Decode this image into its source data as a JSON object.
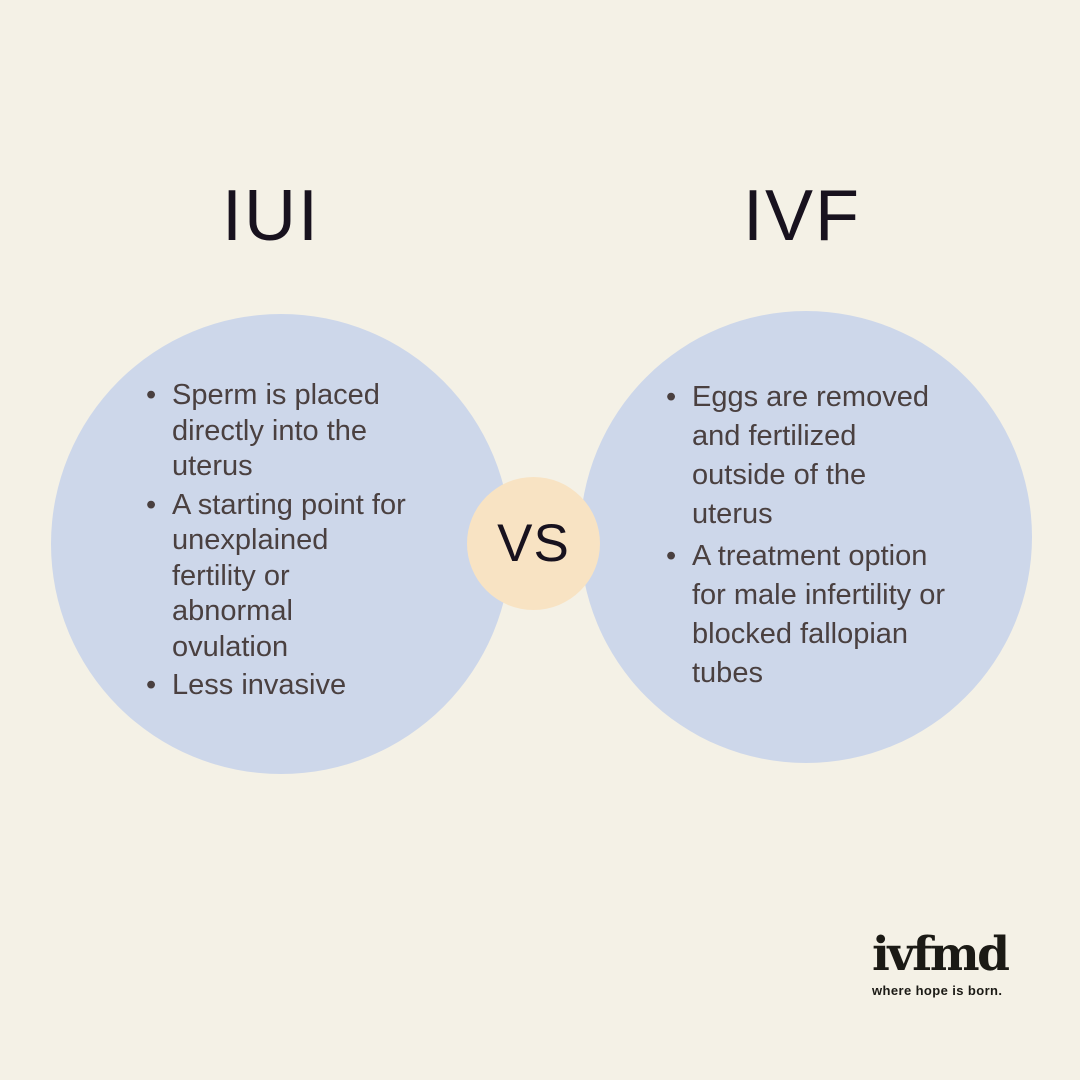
{
  "palette": {
    "background": "#f4f1e6",
    "circle_blue": "#cdd7ea",
    "vs_peach": "#f8e3c3",
    "text_dark": "#4a4040",
    "heading": "#18121e",
    "logo": "#1b1a15"
  },
  "titles": {
    "left": "IUI",
    "right": "IVF"
  },
  "vs": {
    "label": "VS"
  },
  "left_circle": {
    "items": [
      "Sperm is placed\ndirectly into the\nuterus",
      "A starting point for\nunexplained\nfertility or\nabnormal\novulation",
      "Less invasive"
    ]
  },
  "right_circle": {
    "items": [
      "Eggs are removed\nand fertilized\noutside of the\nuterus",
      "A treatment option\nfor male infertility or\nblocked fallopian\ntubes"
    ]
  },
  "logo": {
    "wordmark": "ivfmd",
    "tagline": "where hope is born."
  }
}
